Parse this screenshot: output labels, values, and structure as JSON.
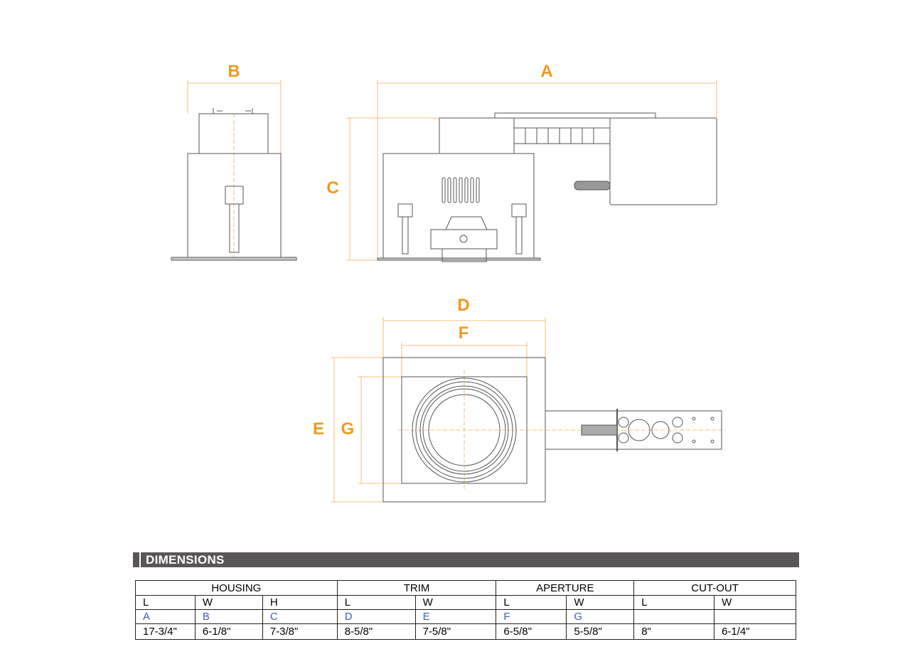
{
  "labels": {
    "A": "A",
    "B": "B",
    "C": "C",
    "D": "D",
    "E": "E",
    "F": "F",
    "G": "G"
  },
  "colors": {
    "dimension": "#ef9a1e",
    "header_bar": "#5a5657",
    "code_text": "#3a62b0"
  },
  "dimensions": {
    "title": "DIMENSIONS",
    "groups": [
      "HOUSING",
      "TRIM",
      "APERTURE",
      "CUT-OUT"
    ],
    "sub": [
      "L",
      "W",
      "H",
      "L",
      "W",
      "L",
      "W",
      "L",
      "W"
    ],
    "codes": [
      "A",
      "B",
      "C",
      "D",
      "E",
      "F",
      "G",
      "",
      ""
    ],
    "values": [
      "17-3/4\"",
      "6-1/8\"",
      "7-3/8\"",
      "8-5/8\"",
      "7-5/8\"",
      "6-5/8\"",
      "5-5/8\"",
      "8\"",
      "6-1/4\""
    ]
  }
}
